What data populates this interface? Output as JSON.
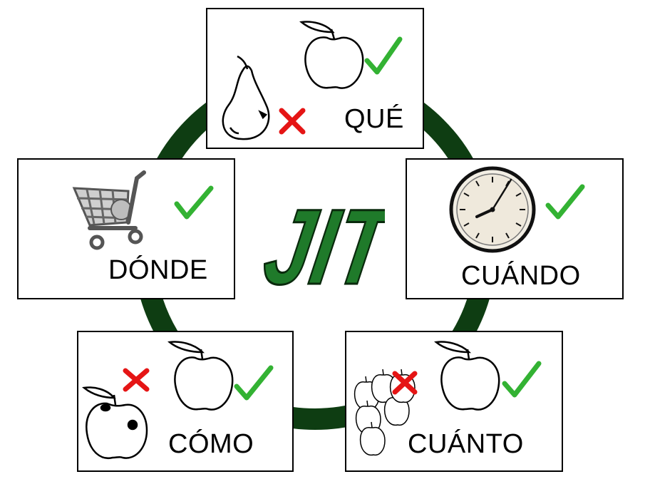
{
  "center_title": "JIT",
  "colors": {
    "ring": "#0e3d12",
    "title_fill": "#1f7a2a",
    "title_outline": "#0a2a0d",
    "check": "#33b233",
    "cross": "#e51515",
    "stroke": "#000000"
  },
  "cards": {
    "que": {
      "label": "QUÉ"
    },
    "cuando": {
      "label": "CUÁNDO"
    },
    "cuanto": {
      "label": "CUÁNTO"
    },
    "como": {
      "label": "CÓMO"
    },
    "donde": {
      "label": "DÓNDE"
    }
  }
}
